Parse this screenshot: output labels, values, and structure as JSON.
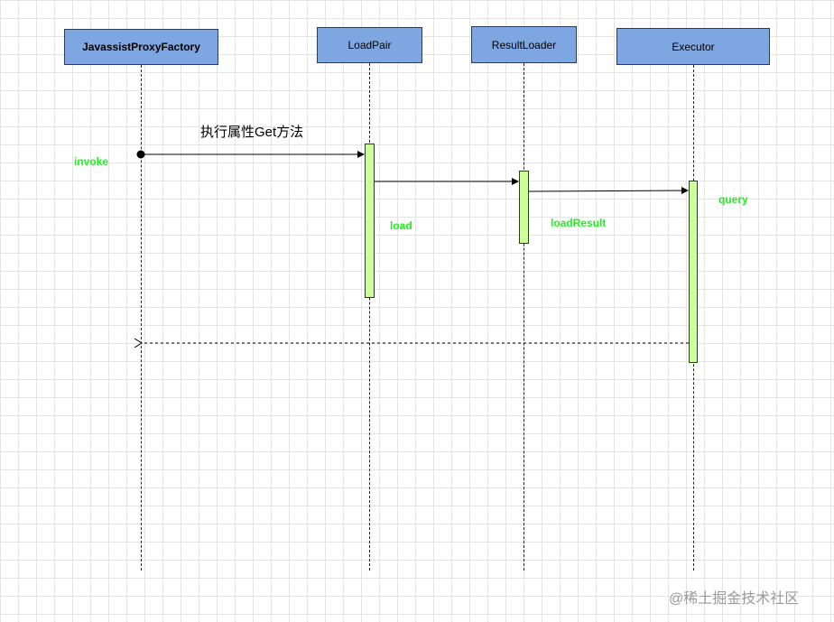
{
  "lifelines": [
    {
      "label": "JavassistProxyFactory"
    },
    {
      "label": "LoadPair"
    },
    {
      "label": "ResultLoader"
    },
    {
      "label": "Executor"
    }
  ],
  "messages": {
    "call_label": "执行属性Get方法"
  },
  "notes": {
    "invoke": "invoke",
    "load": "load",
    "loadResult": "loadResult",
    "query": "query"
  },
  "colors": {
    "lifeline_fill": "#7ea6e0",
    "activation_fill": "#ccff99",
    "note_text": "#22ee22"
  },
  "watermark": "@稀土掘金技术社区"
}
